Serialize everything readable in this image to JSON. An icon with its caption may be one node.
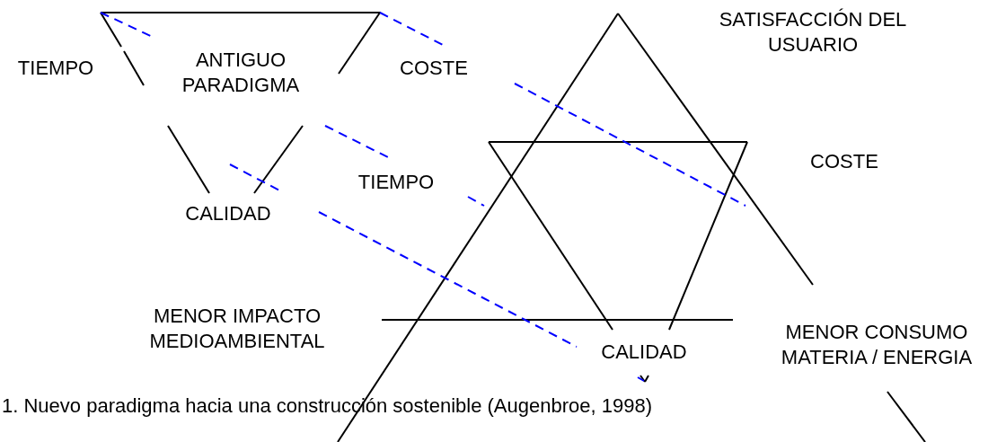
{
  "diagram": {
    "caption": "1. Nuevo paradigma hacia una construcción sostenible (Augenbroe, 1998)",
    "labels": [
      "SATISFACCIÓN DEL USUARIO",
      "TIEMPO",
      "ANTIGUO PARADIGMA",
      "COSTE",
      "COSTE",
      "TIEMPO",
      "CALIDAD",
      "MENOR IMPACTO MEDIOAMBIENTAL",
      "CALIDAD",
      "MENOR CONSUMO MATERIA / ENERGIA"
    ]
  }
}
